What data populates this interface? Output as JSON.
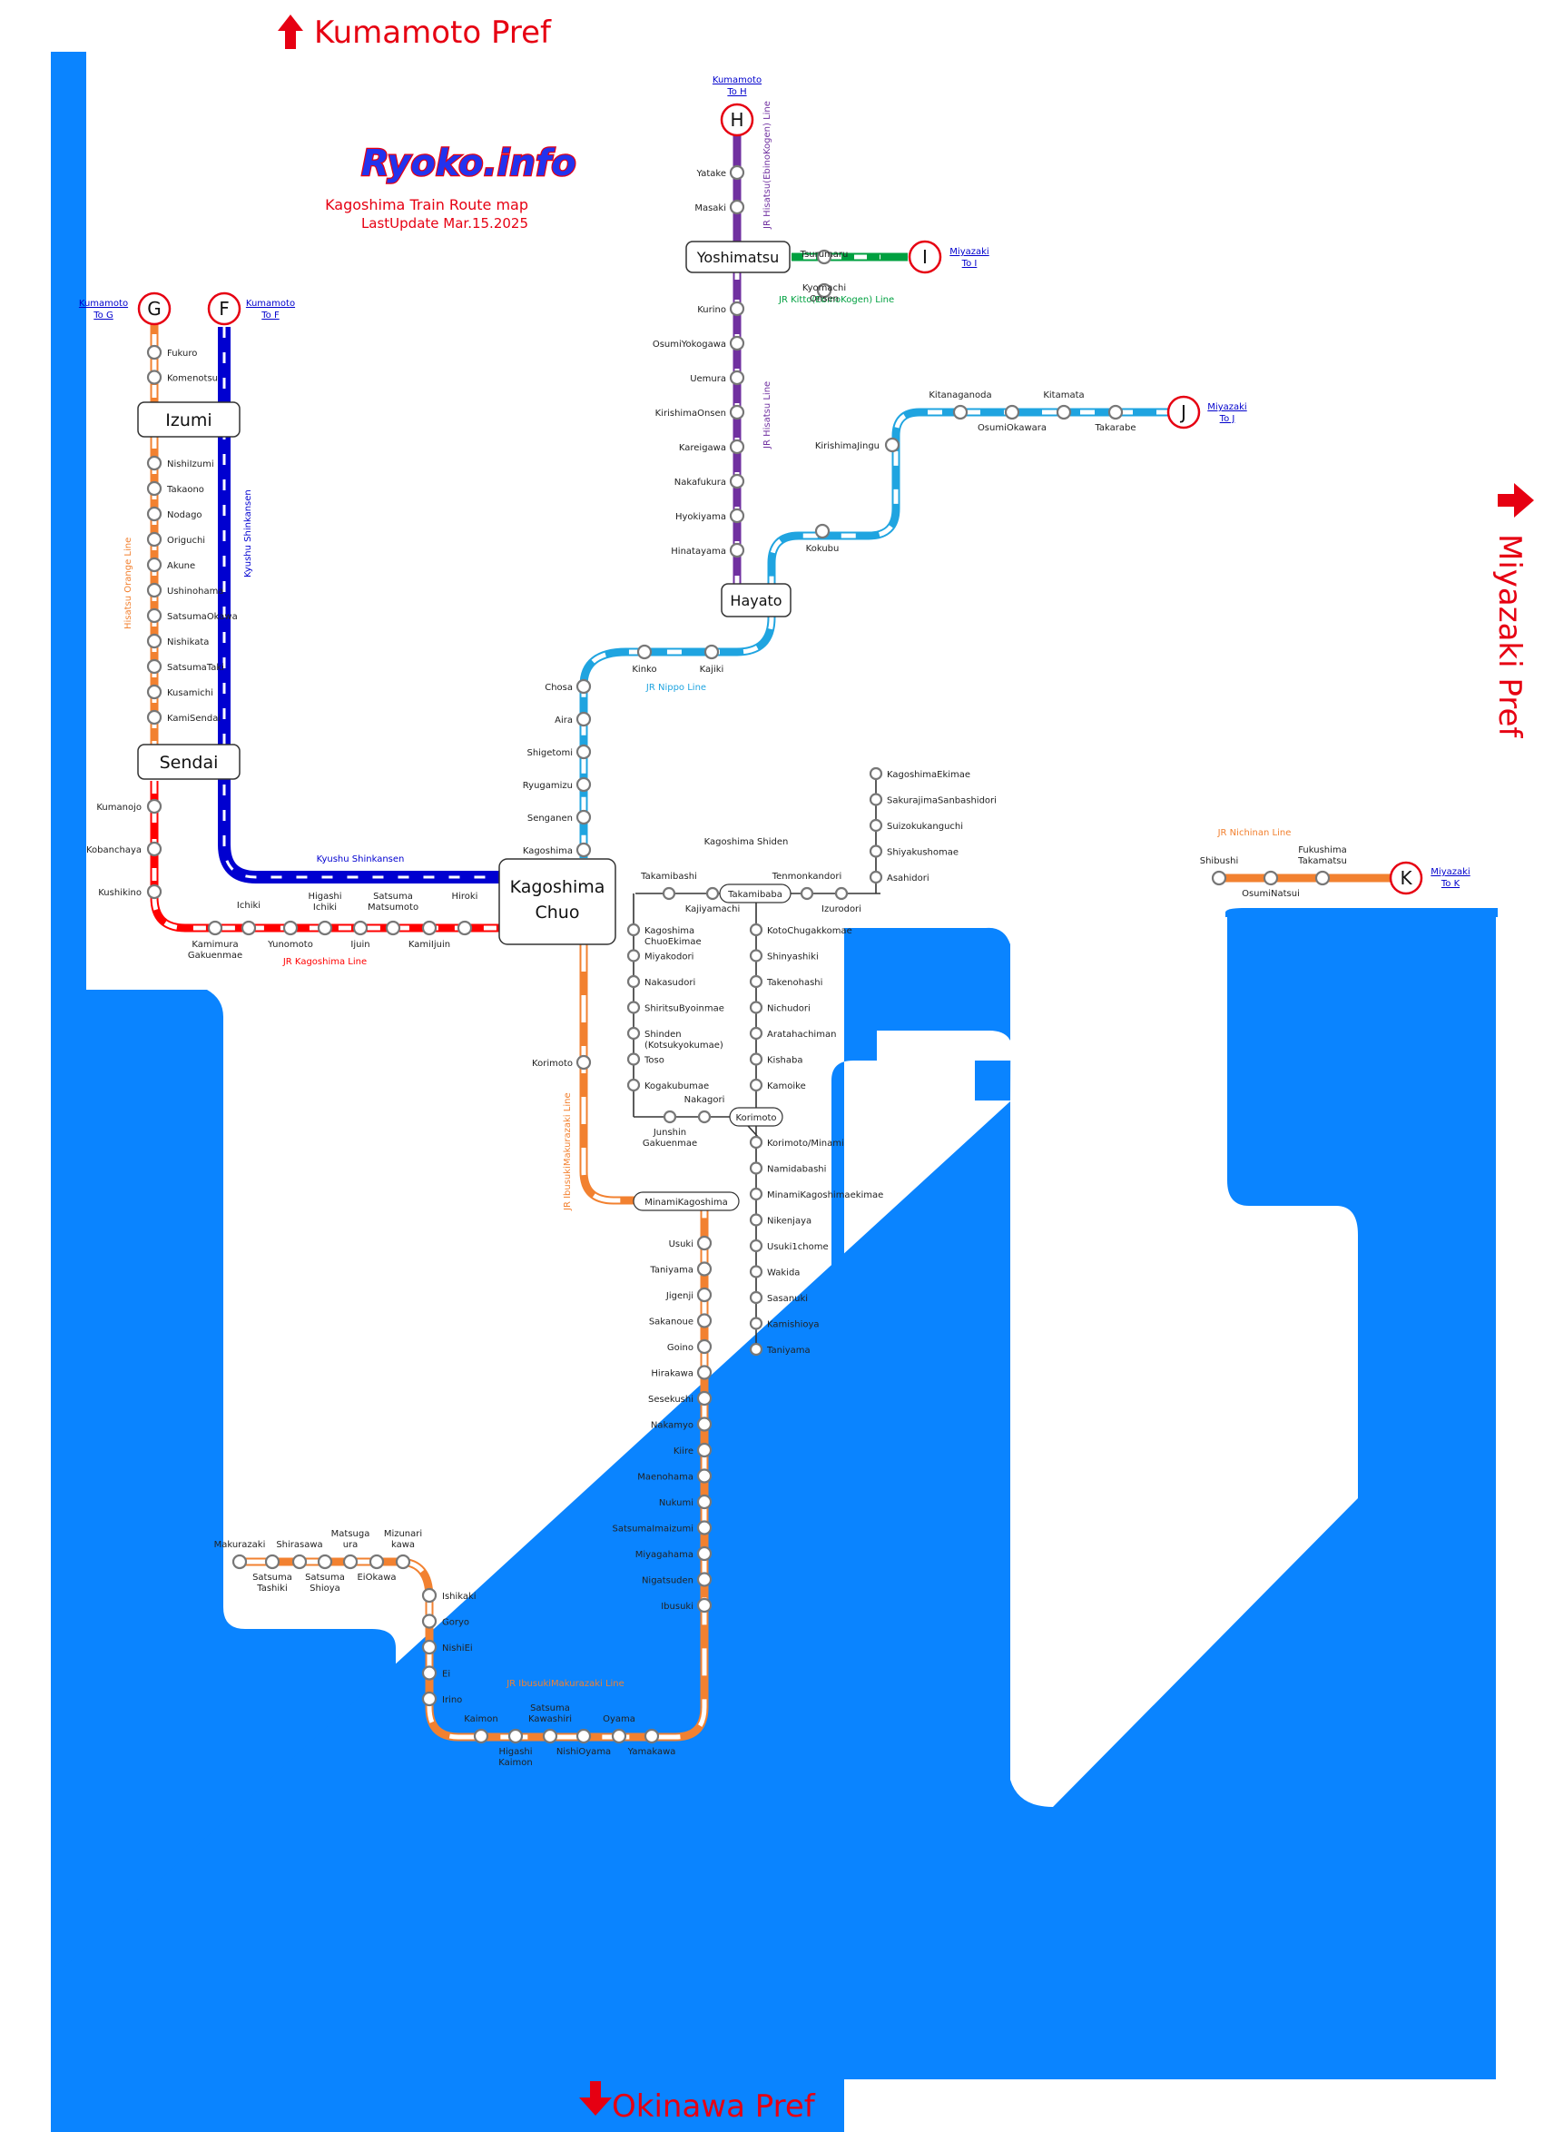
{
  "logo": "Ryoko.info",
  "title": "Kagoshima Train Route map",
  "last_update": "LastUpdate Mar.15.2025",
  "prefs": {
    "north": "Kumamoto Pref",
    "east": "Miyazaki Pref",
    "south": "Okinawa Pref"
  },
  "colors": {
    "sea": "#0a84ff",
    "kagoshima": "#ff0000",
    "orange": "#f28130",
    "shinkansen": "#0000d0",
    "hisatsu": "#7030a0",
    "kitto": "#00a040",
    "nippo": "#1fa4e0",
    "shiden": "#333333"
  },
  "hubs": {
    "kagoshima_chuo": {
      "line1": "Kagoshima",
      "line2": "Chuo"
    },
    "sendai": "Sendai",
    "izumi": "Izumi",
    "hayato": "Hayato",
    "yoshimatsu": "Yoshimatsu",
    "takamibaba": "Takamibaba",
    "korimoto_shiden": "Korimoto",
    "minami_kagoshima": "MinamiKagoshima"
  },
  "terminals": {
    "G": {
      "letter": "G",
      "link1": "Kumamoto",
      "link2": "To G"
    },
    "F": {
      "letter": "F",
      "link1": "Kumamoto",
      "link2": "To F"
    },
    "H": {
      "letter": "H",
      "link1": "Kumamoto",
      "link2": "To H"
    },
    "I": {
      "letter": "I",
      "link1": "Miyazaki",
      "link2": "To I"
    },
    "J": {
      "letter": "J",
      "link1": "Miyazaki",
      "link2": "To J"
    },
    "K": {
      "letter": "K",
      "link1": "Miyazaki",
      "link2": "To K"
    }
  },
  "line_names": {
    "hisatsu_orange": "Hisatsu Orange Line",
    "kyushu_shinkansen": "Kyushu Shinkansen",
    "hisatsu_ebino": "JR Hisatsu(EbinoKogen) Line",
    "hisatsu": "JR Hisatsu Line",
    "kitto": "JR Kitto(EbinoKogen) Line",
    "nippo": "JR Nippo Line",
    "kagoshima": "JR Kagoshima Line",
    "ibusuki": "JR IbusukiMakurazaki Line",
    "shiden": "Kagoshima Shiden",
    "nichinan": "JR Nichinan Line"
  },
  "stations": {
    "orange_north": [
      "Fukuro",
      "Komenotsu"
    ],
    "orange_mid": [
      "NishiIzumi",
      "Takaono",
      "Nodago",
      "Origuchi",
      "Akune",
      "Ushinohama",
      "SatsumaOkawa",
      "Nishikata",
      "SatsumaTaki",
      "Kusamichi",
      "KamiSendai"
    ],
    "kagoshima_line_vertical": [
      "Kumanojo",
      "Kobanchaya",
      "Kushikino"
    ],
    "kagoshima_line_upper": [
      "Ichiki",
      "Higashi Ichiki",
      "Satsuma Matsumoto",
      "Hiroki"
    ],
    "kagoshima_line_lower": [
      "Kamimura Gakuenmae",
      "Yunomoto",
      "Ijuin",
      "KamiIjuin"
    ],
    "hisatsu_ebino": [
      "Yatake",
      "Masaki"
    ],
    "kitto": [
      "Tsurumaru",
      "Kyomachi Onsen"
    ],
    "hisatsu": [
      "Kurino",
      "OsumiYokogawa",
      "Uemura",
      "KirishimaOnsen",
      "Kareigawa",
      "Nakafukura",
      "Hyokiyama",
      "Hinatayama"
    ],
    "nippo_east": [
      "Kokubu",
      "KirishimaJingu",
      "Kitanaganoda",
      "OsumiOkawara",
      "Kitamata",
      "Takarabe"
    ],
    "nippo_south": [
      "Kinko",
      "Kajiki"
    ],
    "nippo_vertical": [
      "Chosa",
      "Aira",
      "Shigetomi",
      "Ryugamizu",
      "Senganen",
      "Kagoshima"
    ],
    "ibusuki_north": [
      "Korimoto"
    ],
    "ibusuki_south": [
      "Usuki",
      "Taniyama",
      "Jigenji",
      "Sakanoue",
      "Goino",
      "Hirakawa",
      "Sesekushi",
      "Nakamyo",
      "Kiire",
      "Maenohama",
      "Nukumi",
      "SatsumaImaizumi",
      "Miyagahama",
      "Nigatsuden",
      "Ibusuki"
    ],
    "ibusuki_bottom": [
      "Oyama",
      "Yamakawa",
      "NishiOyama",
      "Satsuma Kawashiri",
      "Higashi Kaimon",
      "Kaimon"
    ],
    "ibusuki_west": [
      "Irino",
      "Ei",
      "NishiEi",
      "Goryo",
      "Ishikaki"
    ],
    "ibusuki_top": [
      "Mizunari kawa",
      "EiOkawa",
      "Matsuga ura",
      "Satsuma Shioya",
      "Shirasawa",
      "Satsuma Tashiki",
      "Makurazaki"
    ],
    "nichinan": [
      "Shibushi",
      "OsumiNatsui",
      "Fukushima Takamatsu"
    ],
    "shiden_east": [
      "KagoshimaEkimae",
      "SakurajimaSanbashidori",
      "Suizokukanguchi",
      "Shiyakushomae",
      "Asahidori"
    ],
    "shiden_top": [
      "Takamibashi",
      "Kajiyamachi",
      "Tenmonkandori",
      "Izurodori"
    ],
    "shiden_loop_west": [
      "Kagoshima ChuoEkimae",
      "Miyakodori",
      "Nakasudori",
      "ShiritsuByoinmae",
      "Shinden (Kotsukyokumae)",
      "Toso",
      "Kogakubumae",
      "Junshin Gakuenmae",
      "Nakagori"
    ],
    "shiden_loop_east": [
      "KotoChugakkomae",
      "Shinyashiki",
      "Takenohashi",
      "Nichudori",
      "Aratahachiman",
      "Kishaba",
      "Kamoike"
    ],
    "shiden_south": [
      "Korimoto/Minami",
      "Namidabashi",
      "MinamiKagoshimaekimae",
      "Nikenjaya",
      "Usuki1chome",
      "Wakida",
      "Sasanuki",
      "Kamishioya",
      "Taniyama"
    ]
  }
}
